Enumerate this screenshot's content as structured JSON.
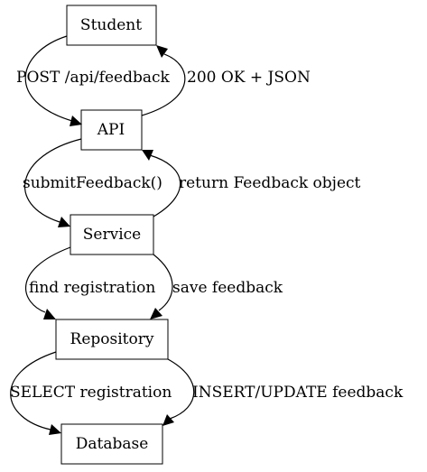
{
  "nodes": [
    {
      "id": "student",
      "label": "Student"
    },
    {
      "id": "api",
      "label": "API"
    },
    {
      "id": "service",
      "label": "Service"
    },
    {
      "id": "repository",
      "label": "Repository"
    },
    {
      "id": "database",
      "label": "Database"
    }
  ],
  "edges": [
    {
      "id": "student-to-api",
      "from": "student",
      "to": "api",
      "label": "POST /api/feedback"
    },
    {
      "id": "api-to-student",
      "from": "api",
      "to": "student",
      "label": "200 OK + JSON"
    },
    {
      "id": "api-to-service",
      "from": "api",
      "to": "service",
      "label": "submitFeedback()"
    },
    {
      "id": "service-to-api",
      "from": "service",
      "to": "api",
      "label": "return Feedback object"
    },
    {
      "id": "service-to-repository-find",
      "from": "service",
      "to": "repository",
      "label": "find registration"
    },
    {
      "id": "service-to-repository-save",
      "from": "service",
      "to": "repository",
      "label": "save feedback"
    },
    {
      "id": "repository-to-database-select",
      "from": "repository",
      "to": "database",
      "label": "SELECT registration"
    },
    {
      "id": "repository-to-database-insert",
      "from": "repository",
      "to": "database",
      "label": "INSERT/UPDATE feedback"
    }
  ]
}
